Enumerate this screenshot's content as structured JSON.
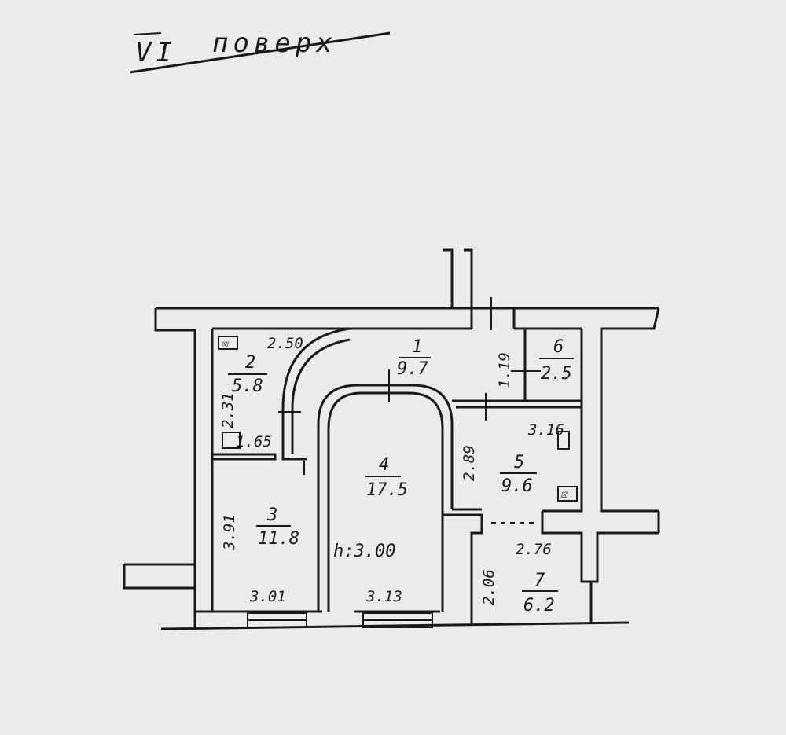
{
  "title": {
    "roman": "VI",
    "word": "поверх"
  },
  "rooms": [
    {
      "id": "1",
      "num": "1",
      "area": "9.7"
    },
    {
      "id": "2",
      "num": "2",
      "area": "5.8"
    },
    {
      "id": "3",
      "num": "3",
      "area": "11.8"
    },
    {
      "id": "4",
      "num": "4",
      "area": "17.5"
    },
    {
      "id": "5",
      "num": "5",
      "area": "9.6"
    },
    {
      "id": "6",
      "num": "6",
      "area": "2.5"
    },
    {
      "id": "7",
      "num": "7",
      "area": "6.2"
    }
  ],
  "dimensions": {
    "d_2_50": "2.50",
    "d_1_19": "1.19",
    "d_2_31": "2.31",
    "d_1_65": "1.65",
    "d_3_91": "3.91",
    "d_3_01": "3.01",
    "d_3_13": "3.13",
    "d_2_89": "2.89",
    "d_3_16": "3.16",
    "d_2_76": "2.76",
    "d_2_06": "2.06"
  },
  "height_label": "h:3.00",
  "symbols": {
    "small_1": "☒",
    "small_2": "▯",
    "small_3": "☒"
  }
}
